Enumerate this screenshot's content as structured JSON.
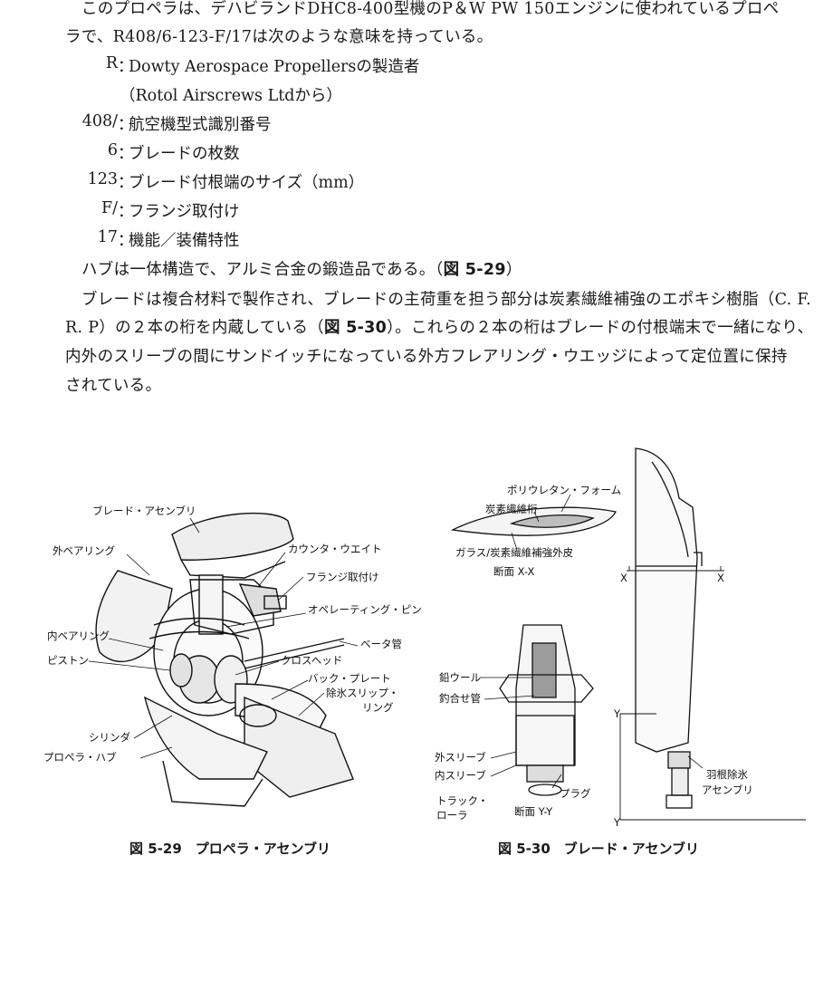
{
  "intro": {
    "line1": "このプロペラは、デハビランドDHC8-400型機のP＆W PW 150エンジンに使われているプロペ",
    "line2": "ラで、R408/6-123-F/17は次のような意味を持っている。"
  },
  "definitions": [
    {
      "key": "R",
      "sep": "：",
      "value": "Dowty Aerospace Propellersの製造者"
    },
    {
      "key": "",
      "sep": "",
      "value": "（Rotol Airscrews Ltdから）"
    },
    {
      "key": "408/",
      "sep": "：",
      "value": "航空機型式識別番号"
    },
    {
      "key": "6",
      "sep": "：",
      "value": "ブレードの枚数"
    },
    {
      "key": "123",
      "sep": "：",
      "value": "ブレード付根端のサイズ（mm）"
    },
    {
      "key": "F/",
      "sep": "：",
      "value": "フランジ取付け"
    },
    {
      "key": "17",
      "sep": "：",
      "value": "機能／装備特性"
    }
  ],
  "hub_text": {
    "before": "ハブは一体構造で、アルミ合金の鍛造品である。（",
    "ref": "図 5-29",
    "after": "）"
  },
  "blade_para": {
    "line1": "ブレードは複合材料で製作され、ブレードの主荷重を担う部分は炭素繊維補強のエポキシ樹脂（C. F.",
    "line2_before": "R. P）の２本の桁を内蔵している（",
    "line2_ref": "図 5-30",
    "line2_after": "）。これらの２本の桁はブレードの付根端末で一緒になり、",
    "line3": "内外のスリーブの間にサンドイッチになっている外方フレアリング・ウエッジによって定位置に保持",
    "line4": "されている。"
  },
  "fig29": {
    "labels": {
      "blade_assembly": "ブレード・アセンブリ",
      "outer_bearing": "外ベアリング",
      "counterweight": "カウンタ・ウエイト",
      "flange_mount": "フランジ取付け",
      "operating_pin": "オペレーティング・ピン",
      "inner_bearing": "内ベアリング",
      "beta_tube": "ベータ管",
      "piston": "ピストン",
      "crosshead": "クロスヘッド",
      "back_plate": "バック・プレート",
      "deice_slip_1": "除氷スリップ・",
      "deice_slip_2": "リング",
      "cylinder": "シリンダ",
      "propeller_hub": "プロペラ・ハブ"
    },
    "caption": "図 5-29　プロペラ・アセンブリ"
  },
  "fig30": {
    "labels": {
      "polyurethane_foam": "ポリウレタン・フォーム",
      "carbon_spar": "炭素繊維桁",
      "glass_skin": "ガラス/炭素繊維補強外皮",
      "section_xx": "断面 X-X",
      "lead_wool": "鉛ウール",
      "balance_tube": "釣合せ管",
      "outer_sleeve": "外スリーブ",
      "inner_sleeve": "内スリーブ",
      "plug": "プラグ",
      "track_roller_1": "トラック・",
      "track_roller_2": "ローラ",
      "section_yy": "断面 Y-Y",
      "root_deice_1": "羽根除氷",
      "root_deice_2": "アセンブリ",
      "x_mark": "X",
      "y_mark": "Y"
    },
    "caption": "図 5-30　ブレード・アセンブリ"
  }
}
